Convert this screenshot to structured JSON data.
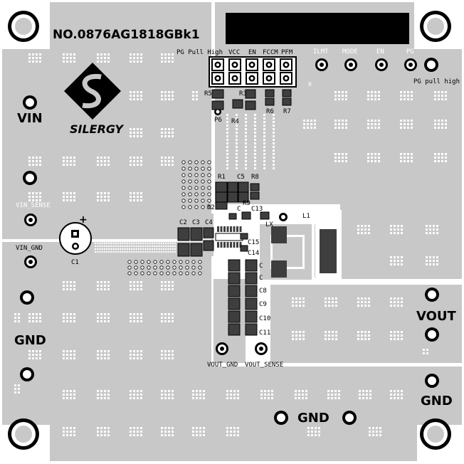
{
  "board_id": "NO.0876AG1818GBk1",
  "brand": "SILERGY",
  "header_labels": [
    "PG Pull High",
    "VCC",
    "EN",
    "FCCM",
    "PFM"
  ],
  "test_points": [
    "ILMT",
    "MODE",
    "EN",
    "PG"
  ],
  "pg_pull_high": "PG pull high",
  "small_zero": "0",
  "power_labels": {
    "vin": "VIN",
    "vin_sense": "VIN_SENSE",
    "vin_gnd": "VIN_GND",
    "gnd_left": "GND",
    "gnd_bottom": "GND",
    "gnd_right": "GND",
    "vout": "VOUT",
    "vout_gnd": "VOUT_GND",
    "vout_sense": "VOUT_SENSE"
  },
  "designators": {
    "r1": "R1",
    "r2": "R2",
    "r3": "R3",
    "r4": "R4",
    "r5": "R5",
    "r6": "R6",
    "r7": "R7",
    "r8": "R8",
    "r9": "R9",
    "p6": "P6",
    "c1": "C1",
    "c2": "C2",
    "c3": "C3",
    "c4": "C4",
    "c5": "C5",
    "c6": "C",
    "c7": "C",
    "c8": "C8",
    "c9": "C9",
    "c10": "C10",
    "c11": "C11",
    "c12": "C",
    "c13": "C13",
    "c14": "C14",
    "c15": "C15",
    "l1": "L1",
    "lx": "LX",
    "plus": "+"
  },
  "colors": {
    "copper": "#c8c8c8",
    "trace": "#d6d6d6",
    "pad": "#3e3e3e",
    "ring": "#000000",
    "board_bg": "#ffffff"
  }
}
